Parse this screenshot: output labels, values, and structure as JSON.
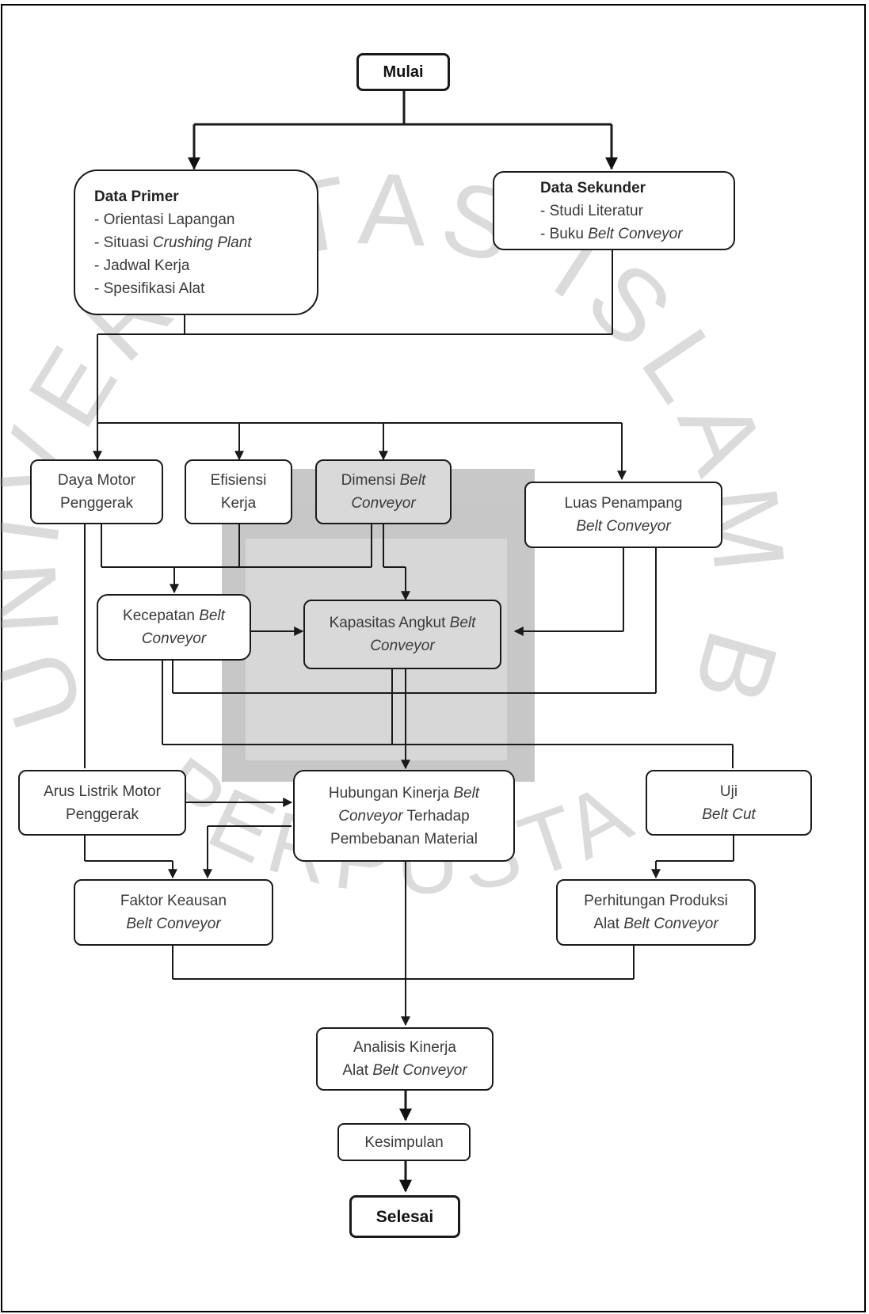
{
  "nodes": {
    "start": {
      "text": "Mulai"
    },
    "primer": {
      "title": "Data Primer",
      "items": [
        "- Orientasi Lapangan",
        "- Situasi",
        "- Jadwal Kerja",
        "- Spesifikasi Alat"
      ],
      "item2_italic": "Crushing Plant"
    },
    "sekunder": {
      "title": "Data Sekunder",
      "item1": "- Studi Literatur",
      "item2": "- Buku",
      "item2_italic": "Belt Conveyor"
    },
    "daya": {
      "line1": "Daya Motor",
      "line2": "Penggerak"
    },
    "efisiensi": {
      "line1": "Efisiensi",
      "line2": "Kerja"
    },
    "dimensi": {
      "line1": "Dimensi",
      "line1_italic": "Belt",
      "line2_italic": "Conveyor"
    },
    "luas": {
      "line1": "Luas Penampang",
      "line2_italic": "Belt Conveyor"
    },
    "kecepatan": {
      "line1": "Kecepatan",
      "line1_italic": "Belt",
      "line2_italic": "Conveyor"
    },
    "kapasitas": {
      "line1": "Kapasitas Angkut",
      "line1_italic": "Belt",
      "line2_italic": "Conveyor"
    },
    "arus": {
      "line1": "Arus Listrik Motor",
      "line2": "Penggerak"
    },
    "hubungan": {
      "line1": "Hubungan Kinerja",
      "line1_italic": "Belt",
      "line2_italic": "Conveyor",
      "line2": "Terhadap",
      "line3": "Pembebanan Material"
    },
    "uji": {
      "line1": "Uji",
      "line2_italic": "Belt Cut"
    },
    "faktor": {
      "line1": "Faktor Keausan",
      "line2_italic": "Belt Conveyor"
    },
    "perhitungan": {
      "line1": "Perhitungan Produksi",
      "line2": "Alat",
      "line2_italic": "Belt Conveyor"
    },
    "analisis": {
      "line1": "Analisis Kinerja",
      "line2": "Alat",
      "line2_italic": "Belt Conveyor"
    },
    "kesimpulan": {
      "text": "Kesimpulan"
    },
    "end": {
      "text": "Selesai"
    }
  },
  "watermark": {
    "text": "UNIVERSITAS ISLAM BANDUNG • PERPUSTAKAAN •",
    "color": "#9a9a9a"
  },
  "colors": {
    "grey_fill": "#d9d9d9",
    "stroke": "#1a1a1a"
  }
}
